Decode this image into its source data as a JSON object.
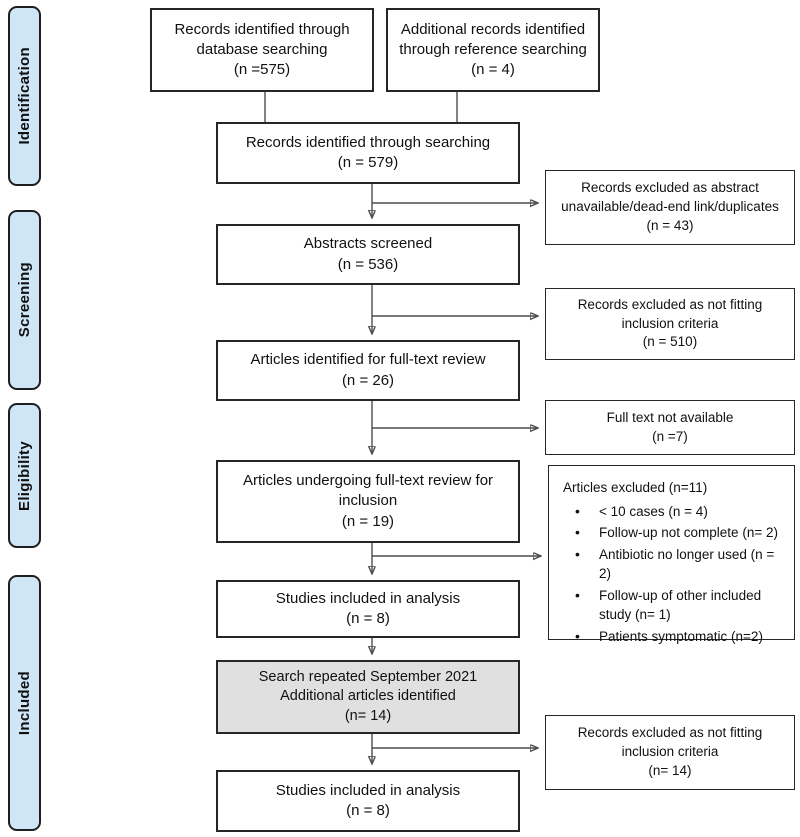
{
  "colors": {
    "stage_fill": "#cfe6f7",
    "box_border": "#262626",
    "box_fill": "#ffffff",
    "highlight_fill": "#e0e0e0",
    "connector": "#4d4d4d"
  },
  "stages": {
    "identification": "Identification",
    "screening": "Screening",
    "eligibility": "Eligibility",
    "included": "Included"
  },
  "flow_boxes": {
    "database_search": "Records identified through\ndatabase searching\n(n =575)",
    "reference_search": "Additional records identified\nthrough reference searching\n(n = 4)",
    "records_identified": "Records identified through searching\n(n = 579)",
    "abstracts_screened": "Abstracts screened\n(n = 536)",
    "fulltext_identified": "Articles identified for full-text review\n(n = 26)",
    "fulltext_review": "Articles undergoing full-text review for\ninclusion\n(n = 19)",
    "included_analysis_1": "Studies included in analysis\n(n = 8)",
    "search_repeated": "Search repeated September 2021\nAdditional articles identified\n(n= 14)",
    "included_analysis_2": "Studies included in analysis\n(n = 8)"
  },
  "exclusion_boxes": {
    "abstract_unavailable": "Records excluded as abstract\nunavailable/dead-end link/duplicates\n(n = 43)",
    "not_fitting_1": "Records excluded as not fitting\ninclusion criteria\n(n = 510)",
    "no_fulltext": "Full text not available\n(n =7)",
    "articles_excluded": {
      "title": "Articles excluded (n=11)",
      "items": [
        "< 10 cases (n = 4)",
        "Follow-up not complete (n= 2)",
        "Antibiotic no longer used (n = 2)",
        "Follow-up of other included study (n= 1)",
        "Patients symptomatic (n=2)"
      ]
    },
    "not_fitting_2": "Records excluded as not fitting\ninclusion criteria\n(n= 14)"
  }
}
